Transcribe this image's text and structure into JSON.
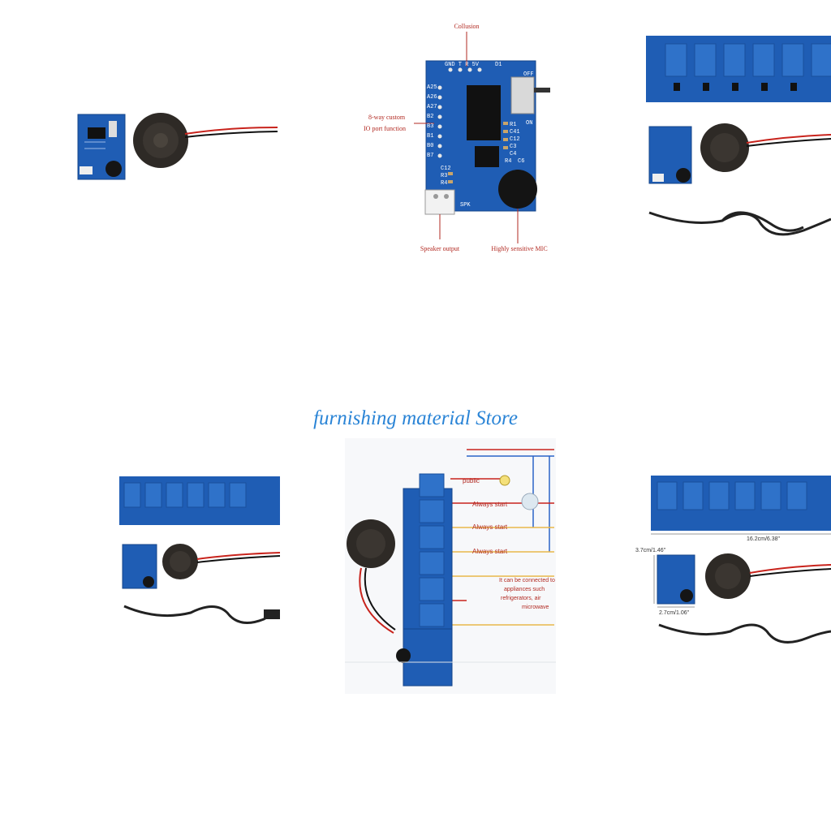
{
  "store_watermark": "furnishing material Store",
  "pinout_diagram": {
    "labels": {
      "collusion": "Collusion",
      "io_port_line1": "8-way custom",
      "io_port_line2": "IO port function",
      "speaker_output": "Speaker output",
      "mic": "Highly sensitive MIC"
    },
    "silkscreen": {
      "top_header": "GND T R 5V",
      "d1": "D1",
      "off": "OFF",
      "on": "ON",
      "spk": "SPK",
      "pins": [
        "A25",
        "A26",
        "A27",
        "B2",
        "B3",
        "B1",
        "B0",
        "B7"
      ],
      "parts_right": [
        "R1",
        "C41",
        "C12",
        "C3",
        "C4",
        "R4",
        "C6"
      ],
      "parts_left": [
        "C12",
        "R3",
        "R4"
      ]
    }
  },
  "wiring_diagram": {
    "labels": {
      "public": "public",
      "always_start": [
        "Always start",
        "Always start",
        "Always start"
      ],
      "appliances_note": [
        "It can be connected to",
        "appliances such",
        "refrigerators, air",
        "microwave"
      ]
    }
  },
  "dimensions": {
    "length": "16.2cm/6.38\"",
    "height": "3.7cm/1.46\"",
    "width": "2.7cm/1.06\""
  },
  "colors": {
    "pcb_blue": "#1f5db4",
    "relay_blue": "#2f72c9",
    "speaker": "#2e2a26",
    "wire_red": "#c8231c",
    "annotation_red": "#b22a22",
    "store_text": "#2a84d6"
  }
}
